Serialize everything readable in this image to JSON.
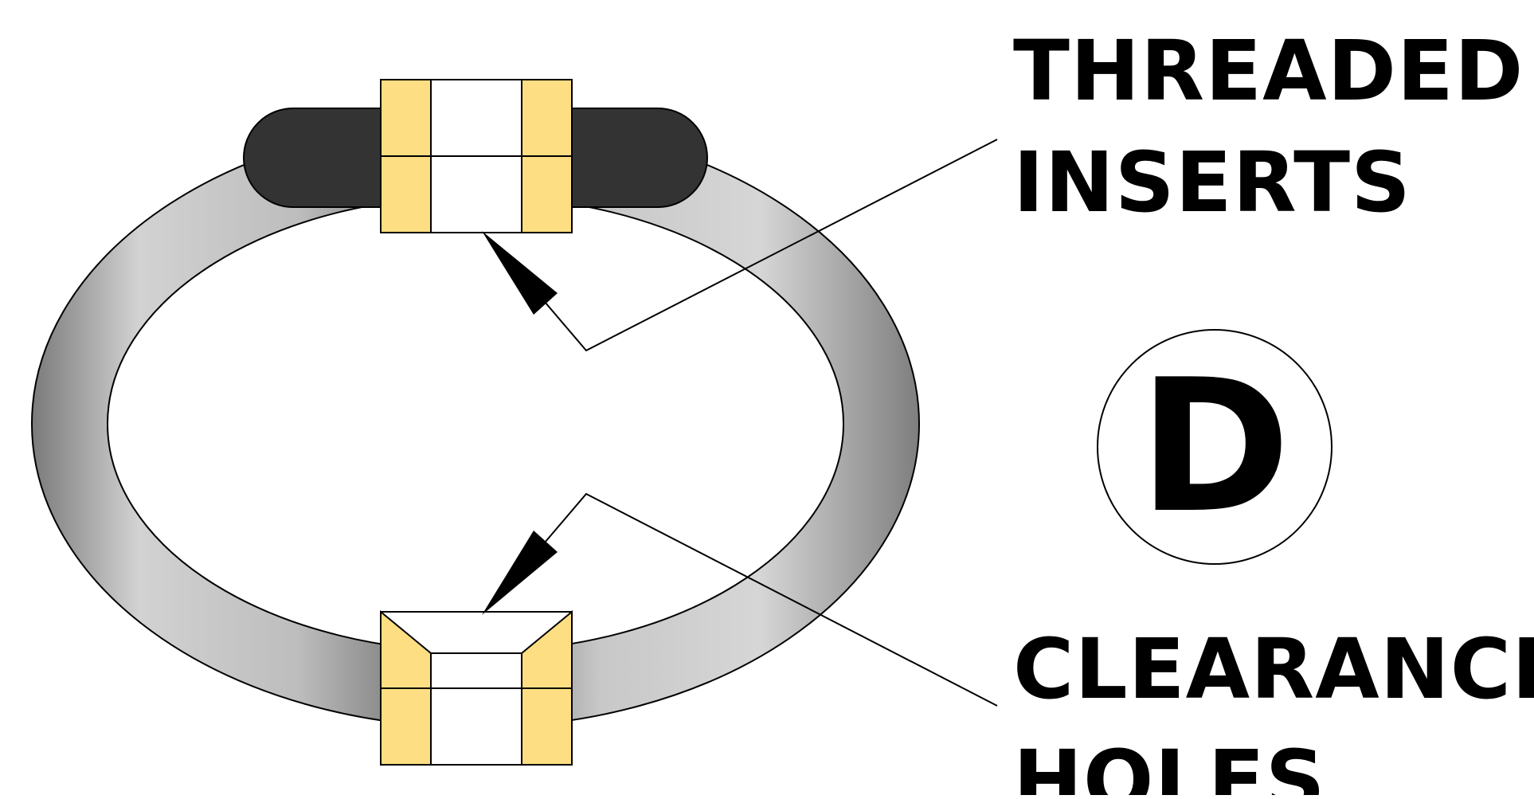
{
  "labels": {
    "top_line1": "THREADED",
    "top_line2": "INSERTS",
    "bottom_line1": "CLEARANCE",
    "bottom_line2": "HOLES"
  },
  "badge": {
    "letter": "D"
  },
  "colors": {
    "ring_dark": "#7a7a7a",
    "ring_light": "#d4d4d4",
    "bar": "#333333",
    "insert": "#fdde82",
    "outline": "#000000",
    "background": "#ffffff"
  }
}
